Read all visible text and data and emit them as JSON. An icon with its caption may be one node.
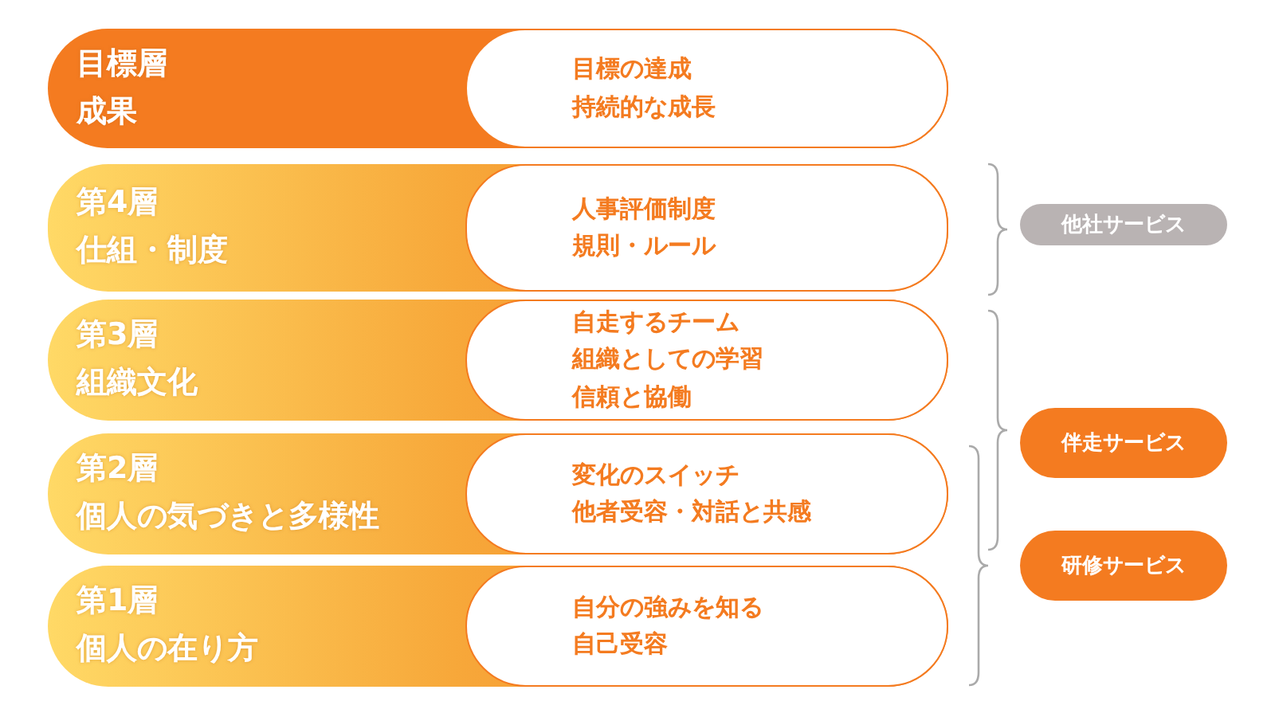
{
  "diagram": {
    "nodes": [
      {
        "text": [
          "目標層",
          "成果"
        ]
      },
      {
        "text": [
          "目標の達成",
          "持続的な成長"
        ],
        "in": 0
      },
      {
        "text": [
          "第4層",
          "仕組・制度"
        ]
      },
      {
        "text": [
          "人事評価制度",
          "規則・ルール"
        ],
        "in": 2
      },
      {
        "text": [
          "第3層",
          "組織文化"
        ]
      },
      {
        "text": [
          "自走するチーム",
          "組織としての学習",
          "信頼と協働"
        ],
        "in": 4
      },
      {
        "text": [
          "第2層",
          "個人の気づきと多様性"
        ]
      },
      {
        "text": [
          "変化のスイッチ",
          "他者受容・対話と共感"
        ],
        "in": 6
      },
      {
        "text": [
          "第1層",
          "個人の在り方"
        ]
      },
      {
        "text": [
          "自分の強みを知る",
          "自己受容"
        ],
        "in": 8
      },
      {
        "text": [
          "他社サービス"
        ]
      },
      {
        "text": [
          "伴走サービス"
        ]
      },
      {
        "text": [
          "研修サービス"
        ]
      }
    ],
    "edges": []
  }
}
